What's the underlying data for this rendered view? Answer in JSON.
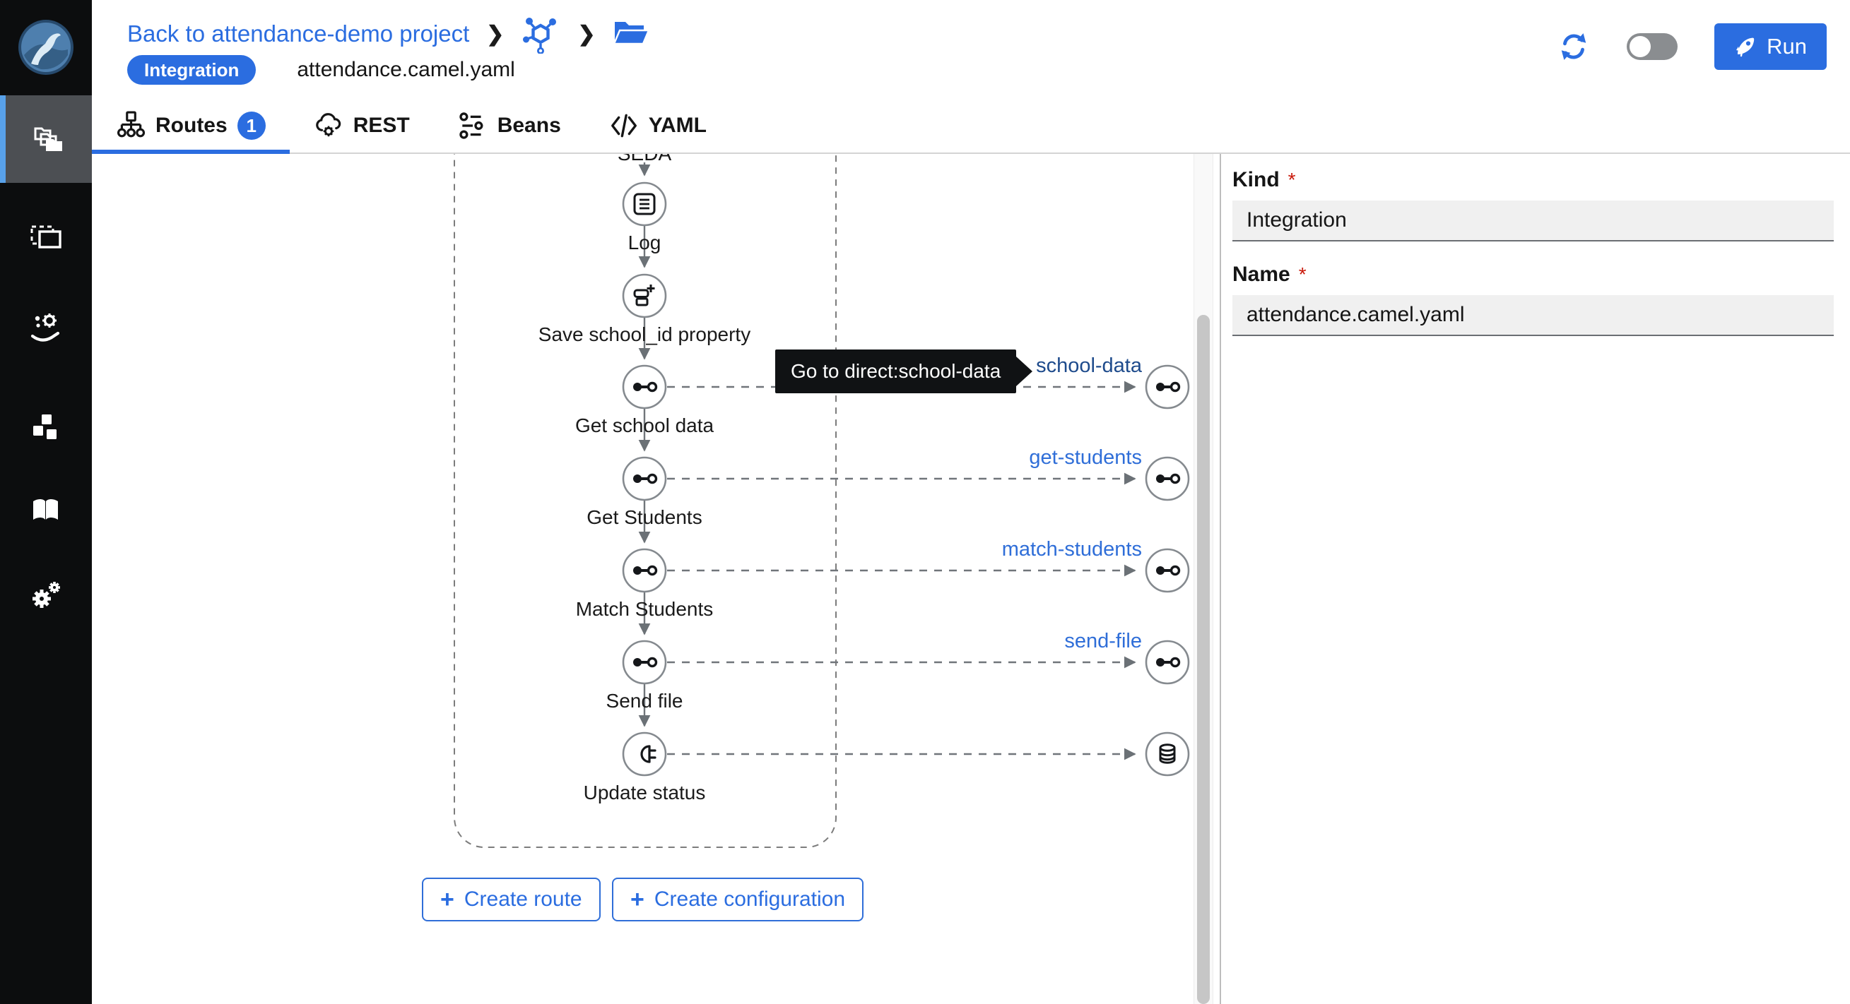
{
  "header": {
    "back_link": "Back to attendance-demo project",
    "separator": "❯",
    "badge": "Integration",
    "filename": "attendance.camel.yaml",
    "run_label": "Run"
  },
  "tabs": [
    {
      "label": "Routes",
      "badge": "1",
      "icon": "routes-icon",
      "active": true
    },
    {
      "label": "REST",
      "icon": "rest-cloud-gear-icon",
      "active": false
    },
    {
      "label": "Beans",
      "icon": "beans-icon",
      "active": false
    },
    {
      "label": "YAML",
      "icon": "yaml-code-icon",
      "active": false
    }
  ],
  "sidebar": {
    "icons": [
      "projects-folders-icon",
      "frame-icon",
      "services-hand-gear-icon",
      "components-cubes-icon",
      "knowledgebase-book-icon",
      "settings-gears-icon"
    ]
  },
  "canvas": {
    "route_group_label": "SEDA",
    "nodes": [
      {
        "label": "Log",
        "icon": "log-icon"
      },
      {
        "label": "Save school_id property",
        "icon": "set-property-icon"
      },
      {
        "label": "Get school data",
        "icon": "direct-icon"
      },
      {
        "label": "Get Students",
        "icon": "direct-icon"
      },
      {
        "label": "Match Students",
        "icon": "direct-icon"
      },
      {
        "label": "Send file",
        "icon": "direct-icon"
      },
      {
        "label": "Update status",
        "icon": "plug-icon"
      }
    ],
    "links": [
      {
        "label": "school-data",
        "hovered": true
      },
      {
        "label": "get-students",
        "hovered": false
      },
      {
        "label": "match-students",
        "hovered": false
      },
      {
        "label": "send-file",
        "hovered": false
      }
    ],
    "tooltip": {
      "text": "Go to direct:school-data"
    },
    "buttons": [
      {
        "plus": "+",
        "label": "Create route"
      },
      {
        "plus": "+",
        "label": "Create configuration"
      }
    ]
  },
  "panel": {
    "fields": [
      {
        "label": "Kind",
        "required_marker": "*",
        "value": "Integration"
      },
      {
        "label": "Name",
        "required_marker": "*",
        "value": "attendance.camel.yaml"
      }
    ]
  },
  "colors": {
    "accent": "#2b6de0",
    "link": "#2f6ed8",
    "link_hover": "#1e4b8c",
    "tooltip_bg": "#101214",
    "required": "#c9190b",
    "sidebar_bg": "#0c0d0e",
    "sidebar_active_border": "#58a1e9"
  }
}
